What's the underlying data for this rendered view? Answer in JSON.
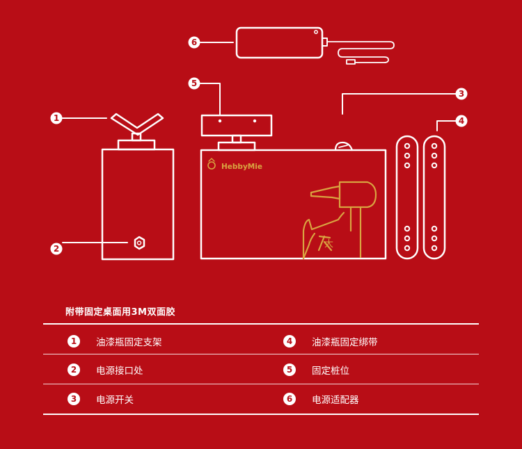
{
  "colors": {
    "background": "#B80D16",
    "foreground": "#FFFFFF",
    "accent": "#D9A441"
  },
  "brand": {
    "logo_text": "HebbyMie"
  },
  "callouts": [
    "1",
    "2",
    "3",
    "4",
    "5",
    "6"
  ],
  "mascot_text": "大",
  "note": "附带固定桌面用3M双面胶",
  "legend": [
    {
      "num": "1",
      "label": "油漆瓶固定支架"
    },
    {
      "num": "4",
      "label": "油漆瓶固定绑带"
    },
    {
      "num": "2",
      "label": "电源接口处"
    },
    {
      "num": "5",
      "label": "固定桩位"
    },
    {
      "num": "3",
      "label": "电源开关"
    },
    {
      "num": "6",
      "label": "电源适配器"
    }
  ]
}
